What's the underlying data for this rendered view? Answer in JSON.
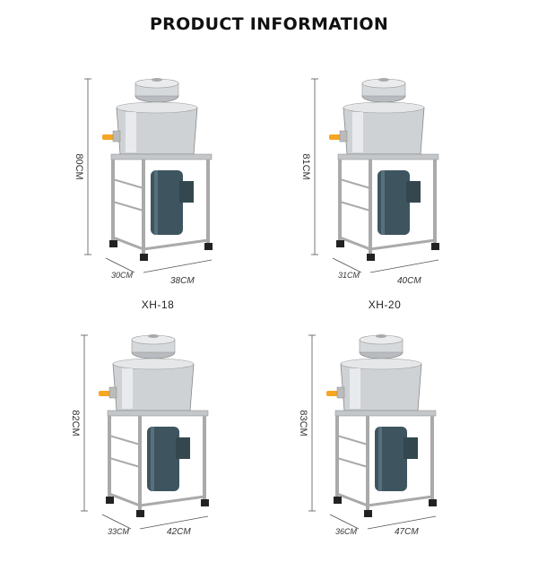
{
  "title": "PRODUCT INFORMATION",
  "products": [
    {
      "model": "XH-18",
      "height": "80CM",
      "depth": "30CM",
      "width": "38CM"
    },
    {
      "model": "XH-20",
      "height": "81CM",
      "depth": "31CM",
      "width": "40CM"
    },
    {
      "model": "",
      "height": "82CM",
      "depth": "33CM",
      "width": "42CM"
    },
    {
      "model": "",
      "height": "83CM",
      "depth": "36CM",
      "width": "47CM"
    }
  ],
  "colors": {
    "steel": "#c9ccd0",
    "motor": "#3e5560",
    "valve": "#f5a623",
    "dim_line": "#555555"
  }
}
